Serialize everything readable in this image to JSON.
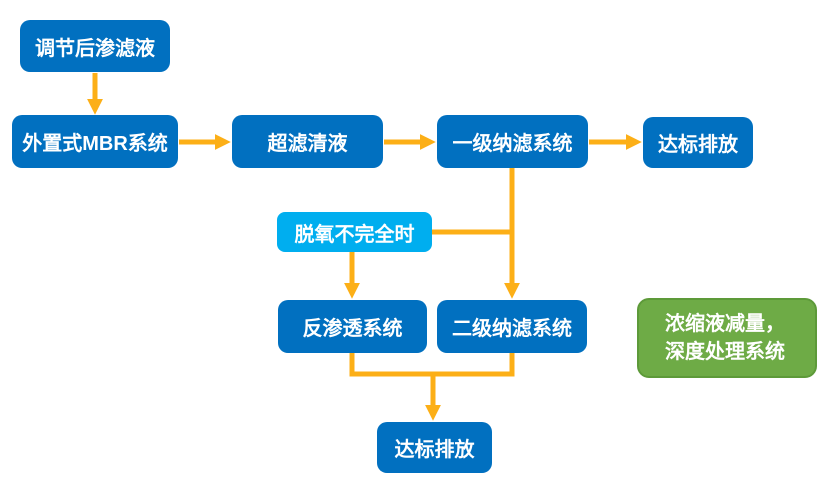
{
  "diagram": {
    "type": "flowchart",
    "nodes": {
      "adjusted_leachate": {
        "label": "调节后渗滤液",
        "color": "#0170C0"
      },
      "external_mbr": {
        "label": "外置式MBR系统",
        "color": "#0170C0"
      },
      "uf_clear_liquid": {
        "label": "超滤清液",
        "color": "#0170C0"
      },
      "nf_stage1": {
        "label": "一级纳滤系统",
        "color": "#0170C0"
      },
      "discharge_top": {
        "label": "达标排放",
        "color": "#0170C0"
      },
      "incomplete_deoxygenation": {
        "label": "脱氧不完全时",
        "color": "#00AEEF"
      },
      "reverse_osmosis": {
        "label": "反渗透系统",
        "color": "#0170C0"
      },
      "nf_stage2": {
        "label": "二级纳滤系统",
        "color": "#0170C0"
      },
      "concentrate_reduction": {
        "label": "浓缩液减量，深度处理系统",
        "line1": "浓缩液减量，",
        "line2": "深度处理系统",
        "color": "#6EAB46"
      },
      "discharge_bottom": {
        "label": "达标排放",
        "color": "#0170C0"
      }
    },
    "edges": [
      {
        "from": "adjusted_leachate",
        "to": "external_mbr",
        "arrow": true
      },
      {
        "from": "external_mbr",
        "to": "uf_clear_liquid",
        "arrow": true
      },
      {
        "from": "uf_clear_liquid",
        "to": "nf_stage1",
        "arrow": true
      },
      {
        "from": "nf_stage1",
        "to": "discharge_top",
        "arrow": true
      },
      {
        "from": "nf_stage1",
        "to": "nf_stage2",
        "arrow": true
      },
      {
        "from": "incomplete_deoxygenation",
        "to": "nf_stage1-nf_stage2-line",
        "arrow": false
      },
      {
        "from": "incomplete_deoxygenation",
        "to": "reverse_osmosis",
        "arrow": true
      },
      {
        "from": "reverse_osmosis",
        "to": "discharge_bottom",
        "arrow": true
      },
      {
        "from": "nf_stage2",
        "to": "discharge_bottom",
        "arrow": true
      }
    ],
    "colors": {
      "box_blue": "#0170C0",
      "box_light_blue": "#00AEEF",
      "box_green": "#6EAB46",
      "box_green_border": "#5D9A39",
      "connector_gold": "#FCAF17",
      "text_white": "#FFFFFF",
      "background": "#FFFFFF"
    }
  }
}
